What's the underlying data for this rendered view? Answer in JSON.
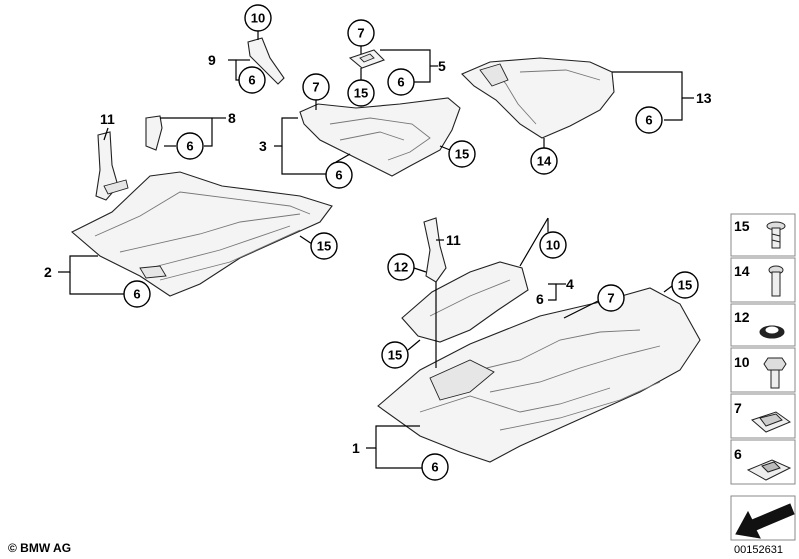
{
  "callouts": {
    "c10_top": "10",
    "c6_a": "6",
    "c7_a": "7",
    "c15_a": "15",
    "c6_b": "6",
    "c7_b": "7",
    "c6_c": "6",
    "c6_d": "6",
    "c15_b": "15",
    "c14": "14",
    "c6_e": "6",
    "c6_f": "6",
    "c15_c": "15",
    "c10_b": "10",
    "c12": "12",
    "c7_c": "7",
    "c15_d": "15",
    "c15_e": "15",
    "c6_g": "6"
  },
  "labels": {
    "l9": "9",
    "l5": "5",
    "l13": "13",
    "l11_a": "11",
    "l8": "8",
    "l3": "3",
    "l2": "2",
    "l11_b": "11",
    "l6_mid": "6",
    "l4": "4",
    "l1": "1"
  },
  "legend": {
    "items": [
      {
        "number": "15",
        "icon": "screw-icon"
      },
      {
        "number": "14",
        "icon": "bolt-icon"
      },
      {
        "number": "12",
        "icon": "washer-icon"
      },
      {
        "number": "10",
        "icon": "hex-bolt-icon"
      },
      {
        "number": "7",
        "icon": "clip-nut-icon"
      },
      {
        "number": "6",
        "icon": "spring-nut-icon"
      }
    ]
  },
  "footer": {
    "copyright": "© BMW AG",
    "diagram_number": "00152631"
  }
}
